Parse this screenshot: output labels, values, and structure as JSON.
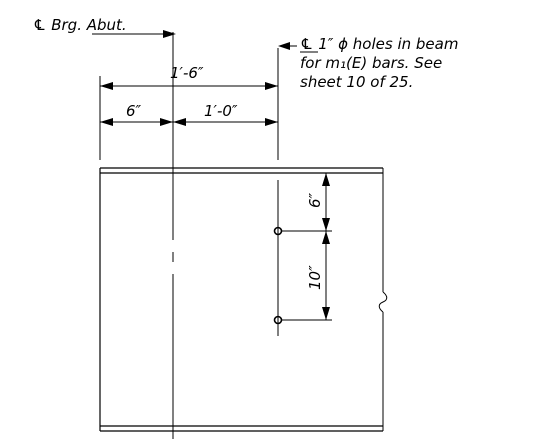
{
  "labels": {
    "abutment_centerline": "℄ Brg. Abut.",
    "holes_note_line1": "℄ 1″ ϕ holes in beam",
    "holes_note_line2": "for m₁(E) bars.  See",
    "holes_note_line3": "sheet 10 of 25."
  },
  "dimensions": {
    "overall": "1′-6″",
    "left": "6″",
    "right": "1′-0″",
    "vertical_top": "6″",
    "vertical_bottom": "10″"
  }
}
